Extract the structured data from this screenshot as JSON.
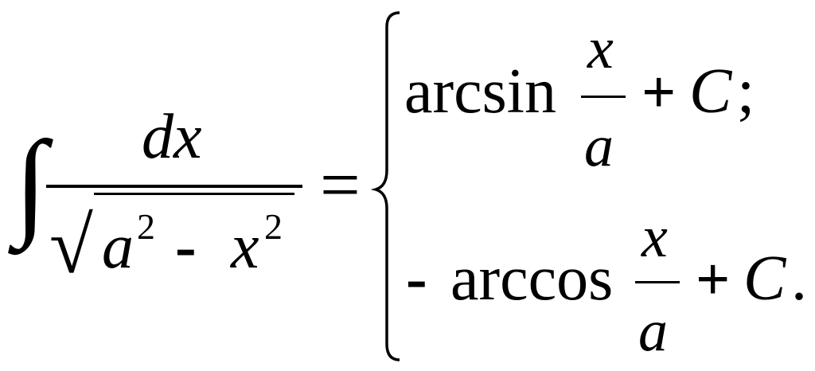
{
  "formula": {
    "integral_sign": "∫",
    "lhs_numerator": "dx",
    "lhs_denominator": {
      "radical_sign": "√",
      "a": "a",
      "a_exp": "2",
      "minus": "-",
      "x": "x",
      "x_exp": "2"
    },
    "equals": "=",
    "case1": {
      "func": "arcsin",
      "num": "x",
      "den": "a",
      "plus": "+",
      "const": "C",
      "terminator": ";"
    },
    "case2": {
      "sign": "-",
      "func": "arccos",
      "num": "x",
      "den": "a",
      "plus": "+",
      "const": "C",
      "terminator": "."
    }
  },
  "colors": {
    "ink": "#000000",
    "background": "#ffffff"
  }
}
